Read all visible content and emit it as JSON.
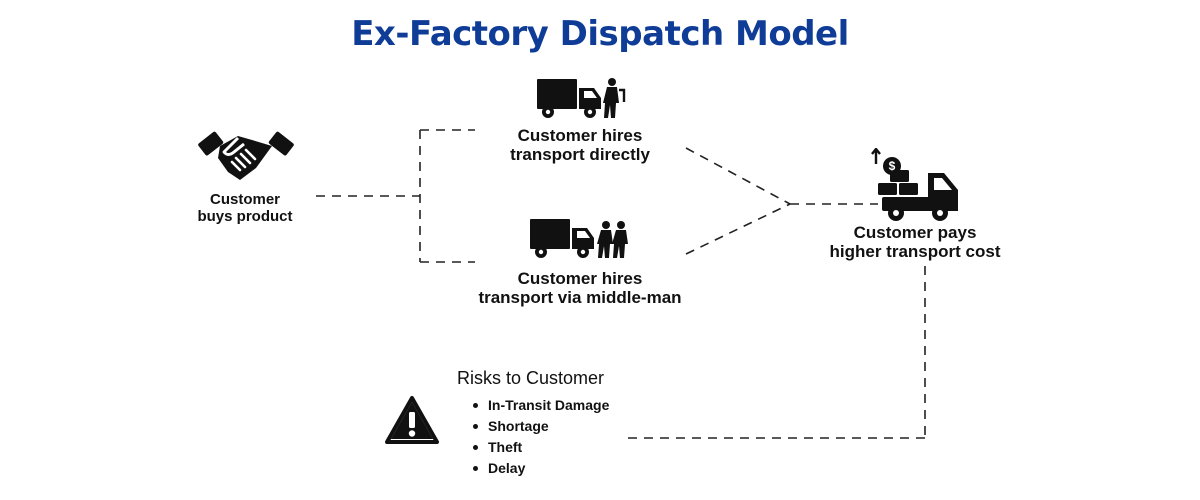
{
  "title": "Ex-Factory Dispatch Model",
  "nodes": {
    "buys": {
      "line1": "Customer",
      "line2": "buys product",
      "icon": "handshake-icon"
    },
    "direct": {
      "line1": "Customer hires",
      "line2": "transport directly",
      "icon": "truck-driver-icon"
    },
    "middleman": {
      "line1": "Customer hires",
      "line2": "transport via middle-man",
      "icon": "truck-agents-icon"
    },
    "pays": {
      "line1": "Customer pays",
      "line2": "higher transport cost",
      "icon": "truck-cost-icon"
    }
  },
  "risks": {
    "title": "Risks to Customer",
    "icon": "warning-icon",
    "items": [
      "In-Transit Damage",
      "Shortage",
      "Theft",
      "Delay"
    ]
  },
  "colors": {
    "title": "#0f3c96",
    "ink": "#111111"
  }
}
